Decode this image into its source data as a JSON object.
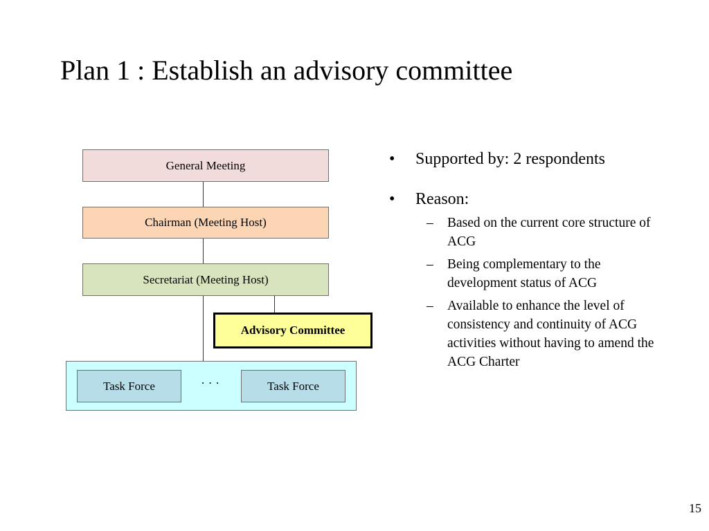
{
  "title": "Plan 1 : Establish an advisory committee",
  "diagram": {
    "general_meeting": "General Meeting",
    "chairman": "Chairman (Meeting Host)",
    "secretariat": "Secretariat (Meeting Host)",
    "advisory_committee": "Advisory Committee",
    "task_force_left": "Task Force",
    "ellipsis": ". . .",
    "task_force_right": "Task Force",
    "colors": {
      "general_meeting": "#f2dcdb",
      "chairman": "#fcd5b5",
      "secretariat": "#d7e4bd",
      "advisory_committee": "#ffff99",
      "task_force_group": "#ccffff",
      "task_force": "#b7dee8"
    }
  },
  "bullets": {
    "supported": "Supported by: 2 respondents",
    "reason": "Reason:",
    "reasons": [
      "Based on the current core structure of ACG",
      "Being complementary to the development status of ACG",
      "Available to enhance the level of consistency and continuity of ACG activities without having to amend the ACG Charter"
    ],
    "bullet_glyph": "•",
    "dash_glyph": "–"
  },
  "page_number": "15"
}
